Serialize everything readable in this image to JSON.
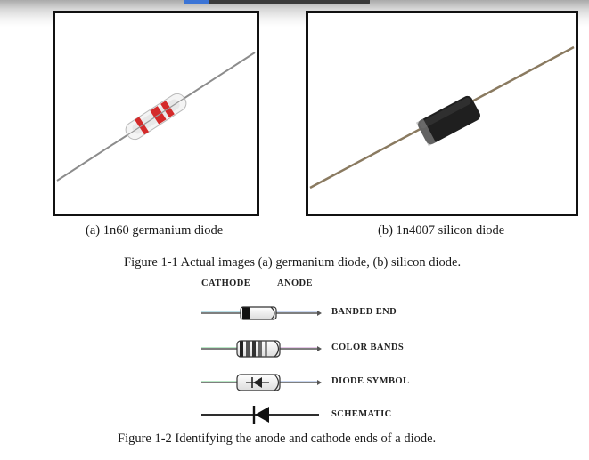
{
  "figure1": {
    "photo_a_caption": "(a) 1n60 germanium diode",
    "photo_b_caption": "(b) 1n4007 silicon diode",
    "title": "Figure 1-1 Actual images (a) germanium diode, (b) silicon diode."
  },
  "figure2": {
    "cathode_label": "CATHODE",
    "anode_label": "ANODE",
    "rows": [
      {
        "label": "BANDED END"
      },
      {
        "label": "COLOR BANDS"
      },
      {
        "label": "DIODE SYMBOL"
      },
      {
        "label": "SCHEMATIC"
      }
    ],
    "title": "Figure 1-2 Identifying the anode and cathode ends of a diode."
  },
  "colors": {
    "accent": "#3b74d6",
    "germanium_band": "#d42a2a",
    "silicon_body": "#222222"
  }
}
